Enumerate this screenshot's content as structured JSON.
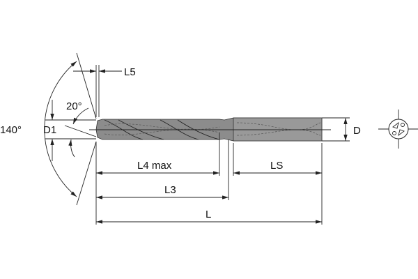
{
  "labels": {
    "l5": "L5",
    "angle_point": "20°",
    "angle_tip": "140°",
    "d1": "D1",
    "d": "D",
    "l4": "L4 max",
    "l3": "L3",
    "ls": "LS",
    "l": "L"
  },
  "colors": {
    "body": "#8a8a8a",
    "shank": "#9a9a9a",
    "line": "#222222"
  }
}
